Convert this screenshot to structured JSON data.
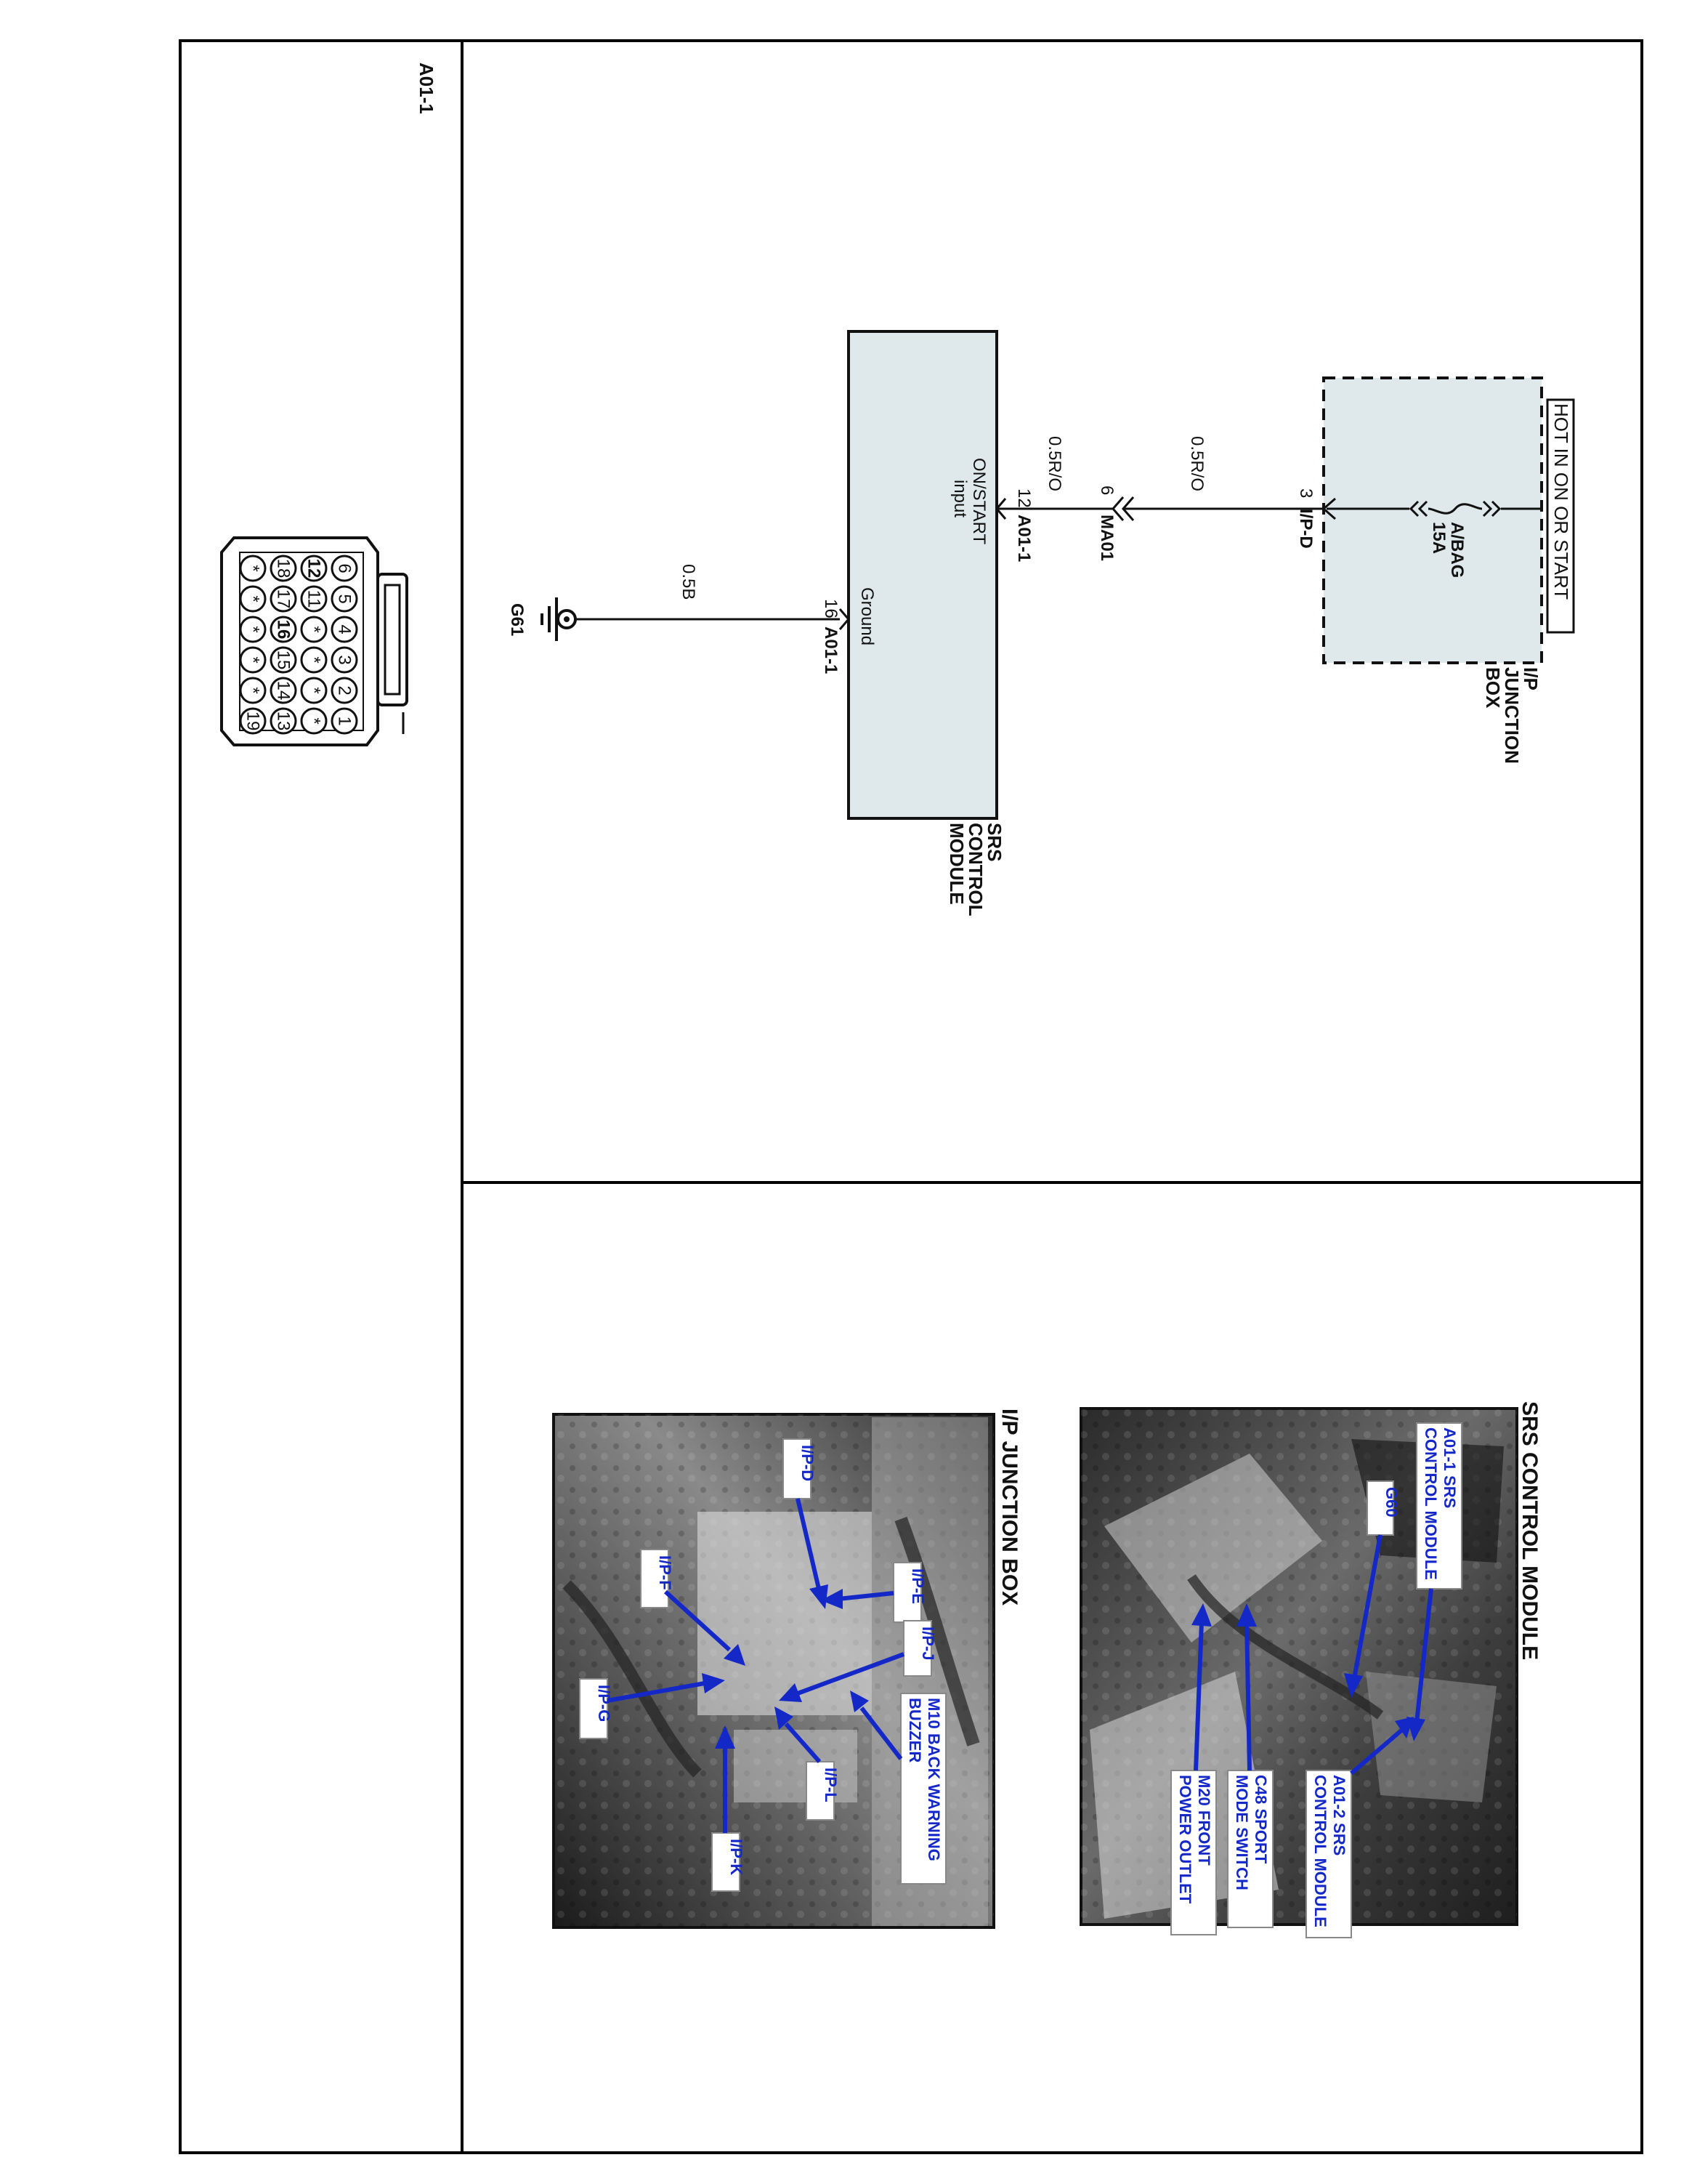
{
  "connector_panel": {
    "title": "A01-1"
  },
  "power_label": "HOT IN ON OR START",
  "fuse": {
    "name": "A/BAG",
    "rating": "15A"
  },
  "junction_box": {
    "label": [
      "I/P",
      "JUNCTION",
      "BOX"
    ]
  },
  "junction_box_pin": {
    "pin": "3",
    "connector": "I/P-D"
  },
  "wire_1": {
    "spec": "0.5R/O"
  },
  "inline_connector": {
    "pin": "6",
    "name": "MA01"
  },
  "wire_2": {
    "spec": "0.5R/O"
  },
  "srs_pin_12": {
    "pin": "12",
    "connector": "A01-1",
    "signal": [
      "ON/START",
      "input"
    ]
  },
  "srs_pin_16": {
    "pin": "16",
    "connector": "A01-1",
    "signal": "Ground"
  },
  "srs_module": {
    "label": [
      "SRS",
      "CONTROL",
      "MODULE"
    ]
  },
  "ground_wire": {
    "spec": "0.5B"
  },
  "ground_point": {
    "name": "G61"
  },
  "connector_face": {
    "rows": [
      [
        "6",
        "5",
        "4",
        "3",
        "2",
        "1"
      ],
      [
        "12",
        "11",
        "*",
        "*",
        "*",
        "*"
      ],
      [
        "18",
        "17",
        "16",
        "15",
        "14",
        "13"
      ],
      [
        "*",
        "*",
        "*",
        "*",
        "*",
        "19"
      ]
    ],
    "highlighted": [
      "12",
      "16"
    ],
    "highlight_color": "#3a9fbd"
  },
  "photo_srs": {
    "title": "SRS CONTROL MODULE",
    "callouts": [
      [
        "A01-1 SRS",
        "CONTROL MODULE"
      ],
      [
        "G60"
      ],
      [
        "A01-2 SRS",
        "CONTROL MODULE"
      ],
      [
        "C48 SPORT",
        "MODE SWITCH"
      ],
      [
        "M20 FRONT",
        "POWER OUTLET"
      ]
    ]
  },
  "photo_ip": {
    "title": "I/P JUNCTION BOX",
    "callouts": [
      [
        "I/P-D"
      ],
      [
        "I/P-E"
      ],
      [
        "I/P-F"
      ],
      [
        "I/P-J"
      ],
      [
        "M10 BACK WARNING",
        "BUZZER"
      ],
      [
        "I/P-G"
      ],
      [
        "I/P-L"
      ],
      [
        "I/P-K"
      ]
    ]
  },
  "colors": {
    "module_fill": "#dfe9eb",
    "callout_text": "#1428c8",
    "pin_highlight": "#3a9fbd"
  }
}
